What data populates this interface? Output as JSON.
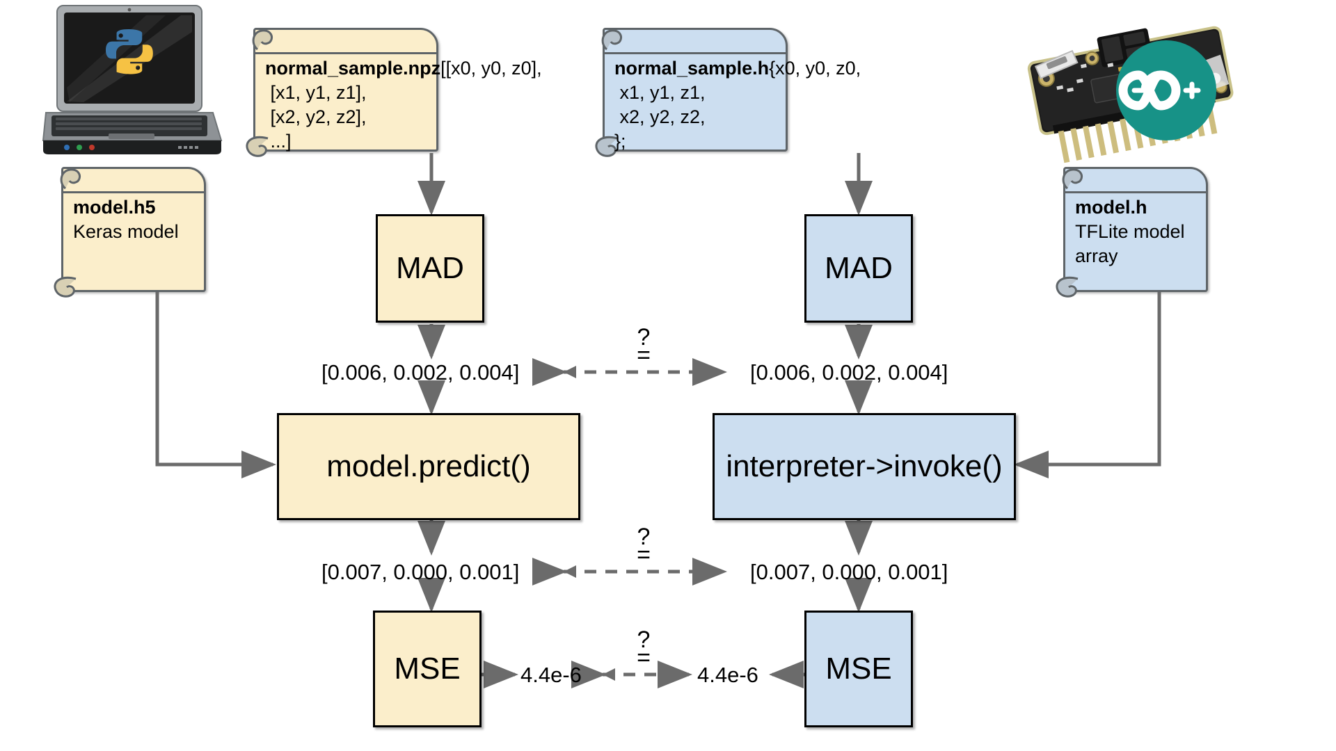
{
  "diagram": {
    "title": "Keras vs TFLite-Micro numeric equivalence check",
    "colors": {
      "python_side": "#fbeecb",
      "arduino_side": "#ccdef0",
      "note_border": "#5e6468",
      "box_border": "#000000",
      "arrow": "#6b6b6b",
      "arduino_teal": "#179287",
      "python_blue": "#3c76a8",
      "python_yellow": "#f6c244",
      "background": "#ffffff"
    }
  },
  "left": {
    "platform_icon": "laptop-python-icon",
    "data_note": {
      "title": "normal_sample.npz",
      "lines": "[[x0, y0, z0],\n [x1, y1, z1],\n [x2, y2, z2],\n ...]"
    },
    "model_note": {
      "title": "model.h5",
      "lines": "\nKeras model"
    },
    "mad_box": "MAD",
    "mad_output": "[0.006, 0.002, 0.004]",
    "predict_box": "model.predict()",
    "predict_output": "[0.007, 0.000, 0.001]",
    "mse_box": "MSE",
    "mse_output": "4.4e-6"
  },
  "right": {
    "platform_icon": "arduino-board-icon",
    "data_note": {
      "title": "normal_sample.h",
      "lines": "{x0, y0, z0,\n x1, y1, z1,\n x2, y2, z2,\n};"
    },
    "model_note": {
      "title": "model.h",
      "lines": "\nTFLite model\narray"
    },
    "mad_box": "MAD",
    "mad_output": "[0.006, 0.002, 0.004]",
    "invoke_box": "interpreter->invoke()",
    "invoke_output": "[0.007, 0.000, 0.001]",
    "mse_box": "MSE",
    "mse_output": "4.4e-6"
  },
  "comparisons": [
    {
      "name": "mad-output-comparison",
      "question": "?",
      "equals": "="
    },
    {
      "name": "model-output-comparison",
      "question": "?",
      "equals": "="
    },
    {
      "name": "mse-comparison",
      "question": "?",
      "equals": "="
    }
  ]
}
